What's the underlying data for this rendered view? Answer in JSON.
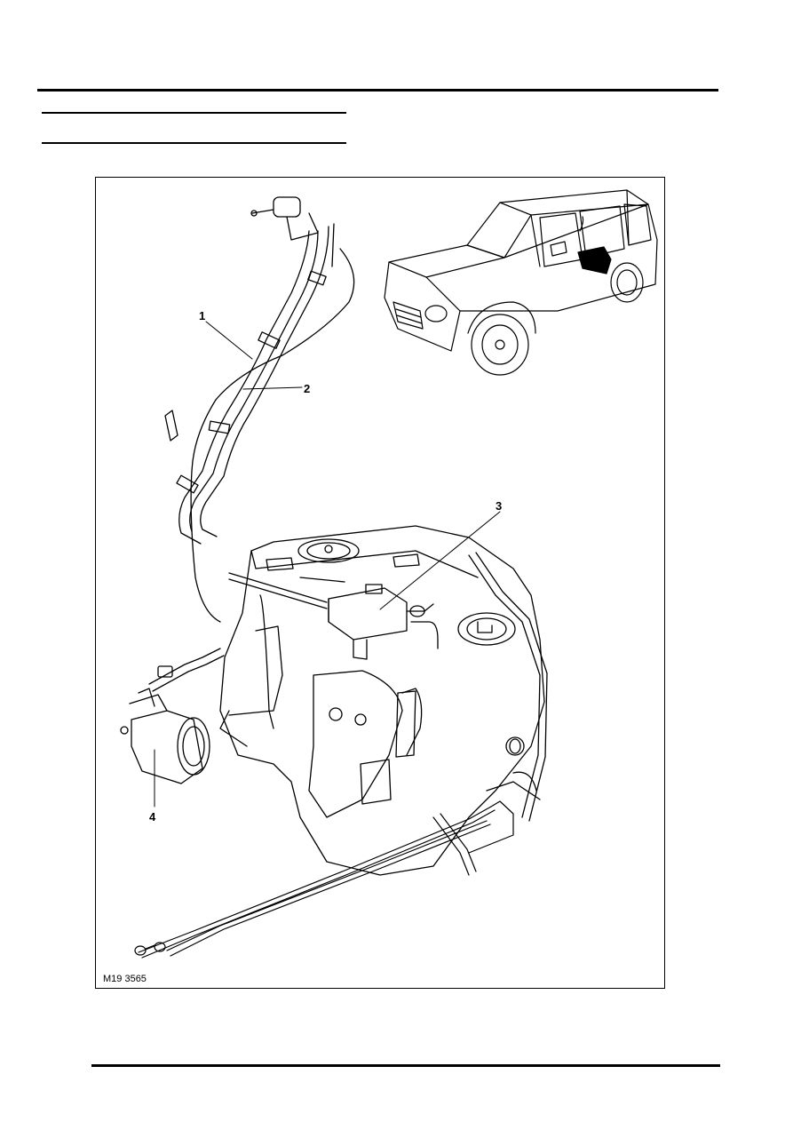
{
  "page": {
    "header_rule_present": true,
    "footer_rule_present": true
  },
  "figure": {
    "reference": "M19 3565",
    "callouts": [
      {
        "number": "1"
      },
      {
        "number": "2"
      },
      {
        "number": "3"
      },
      {
        "number": "4"
      }
    ]
  }
}
